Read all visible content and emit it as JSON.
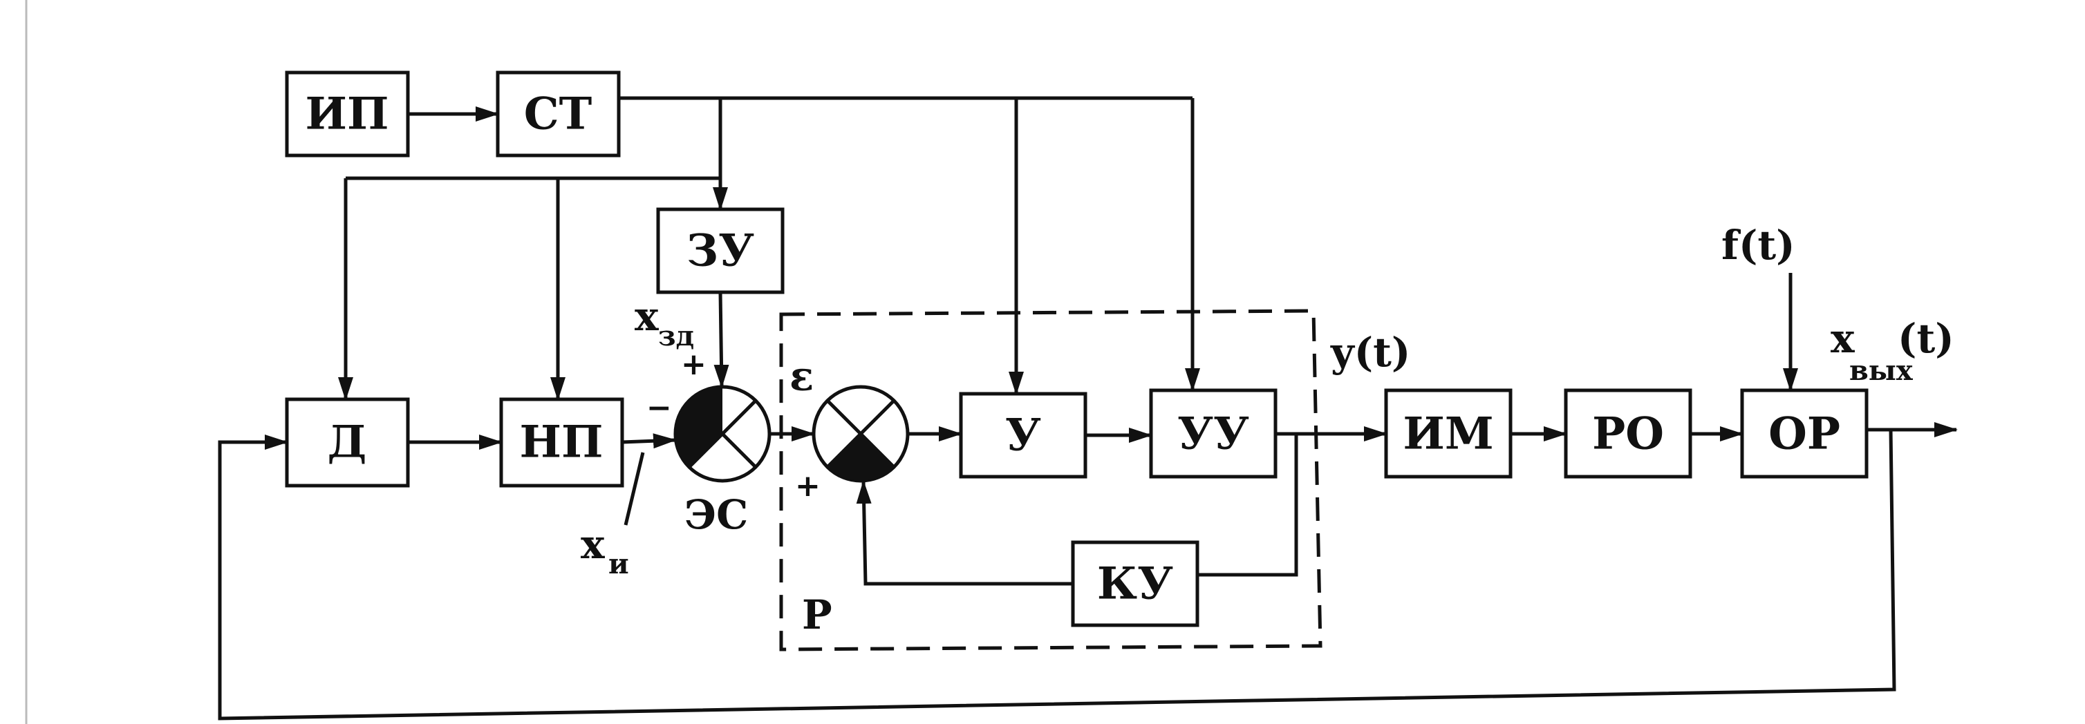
{
  "blocks": {
    "ip": "ИП",
    "st": "СТ",
    "zu": "ЗУ",
    "d": "Д",
    "np": "НП",
    "u": "У",
    "uu": "УУ",
    "ku": "КУ",
    "im": "ИМ",
    "ro": "РО",
    "or": "ОР"
  },
  "signals": {
    "x_zd_main": "x",
    "x_zd_sub": "зд",
    "x_i_main": "x",
    "x_i_sub": "и",
    "x_out_main": "x",
    "x_out_sub": "вых",
    "x_out_arg": "(t)",
    "epsilon": "ε",
    "y_t": "y(t)",
    "f_t": "f(t)",
    "es": "ЭС",
    "r": "Р",
    "plus_sign": "+",
    "minus_sign": "−"
  },
  "colors": {
    "line": "#111111",
    "background": "#ffffff"
  }
}
